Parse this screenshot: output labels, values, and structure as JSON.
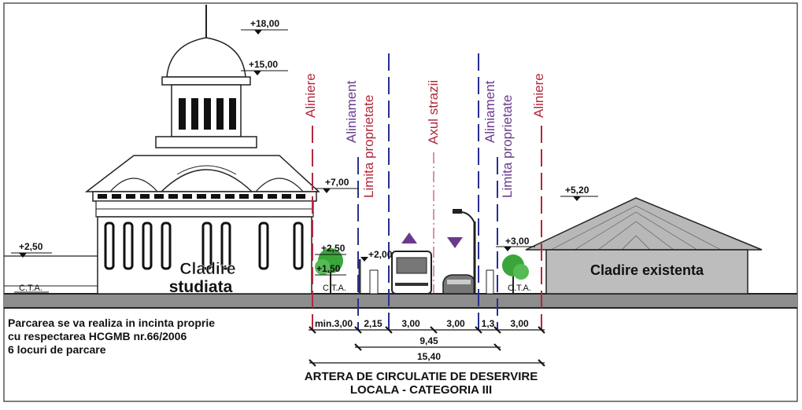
{
  "elevations": {
    "e1800": "+18,00",
    "e1500": "+15,00",
    "e700": "+7,00",
    "e520": "+5,20",
    "e300": "+3,00",
    "e250_left": "+2,50",
    "e250_mid": "+2,50",
    "e200": "+2,00",
    "e150": "+1,50"
  },
  "cta": {
    "left": "C.T.A.",
    "mid": "C.T.A.",
    "right": "C.T.A."
  },
  "buildings": {
    "studied_line1": "Cladire",
    "studied_line2": "studiata",
    "existing": "Cladire existenta"
  },
  "vertical_labels": {
    "aliniere_left": "Aliniere",
    "aliniament_left": "Aliniament",
    "limita_left": "Limita proprietate",
    "axul": "Axul strazii",
    "aliniament_right": "Aliniament",
    "limita_right": "Limita proprietate",
    "aliniere_right": "Aliniere"
  },
  "notes": {
    "line1": "Parcarea se va realiza in incinta proprie",
    "line2": "cu respectarea HCGMB nr.66/2006",
    "line3": "6 locuri de parcare"
  },
  "dimensions": {
    "d1": "min.3,00",
    "d2": "2,15",
    "d3": "3,00",
    "d4": "3,00",
    "d5": "1,3",
    "d6": "3,00",
    "total_road": "9,45",
    "total": "15,40"
  },
  "caption": {
    "line1": "ARTERA DE CIRCULATIE DE DESERVIRE",
    "line2": "LOCALA - CATEGORIA III"
  },
  "colors": {
    "red": "#b0283c",
    "blue": "#27308f",
    "purple": "#6a3a8c",
    "ground": "#8a8a8a",
    "green": "#3aa53a"
  },
  "icons": {
    "arrow_up": "triangle-up",
    "arrow_down": "triangle-down"
  }
}
